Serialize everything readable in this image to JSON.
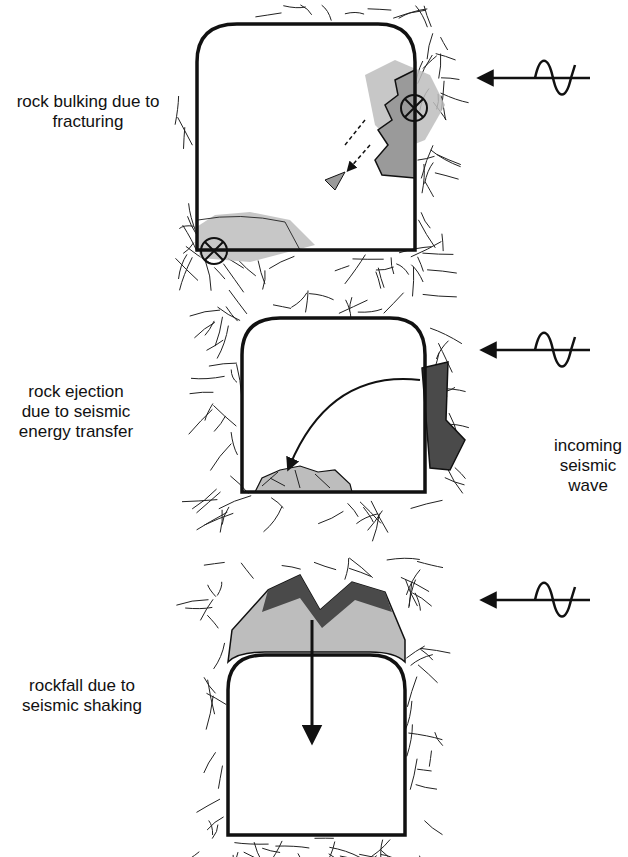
{
  "diagram": {
    "labels": [
      "rock bulking due to fracturing",
      "rock ejection due to seismic energy transfer",
      "rockfall due to seismic shaking",
      "incoming seismic wave"
    ]
  }
}
